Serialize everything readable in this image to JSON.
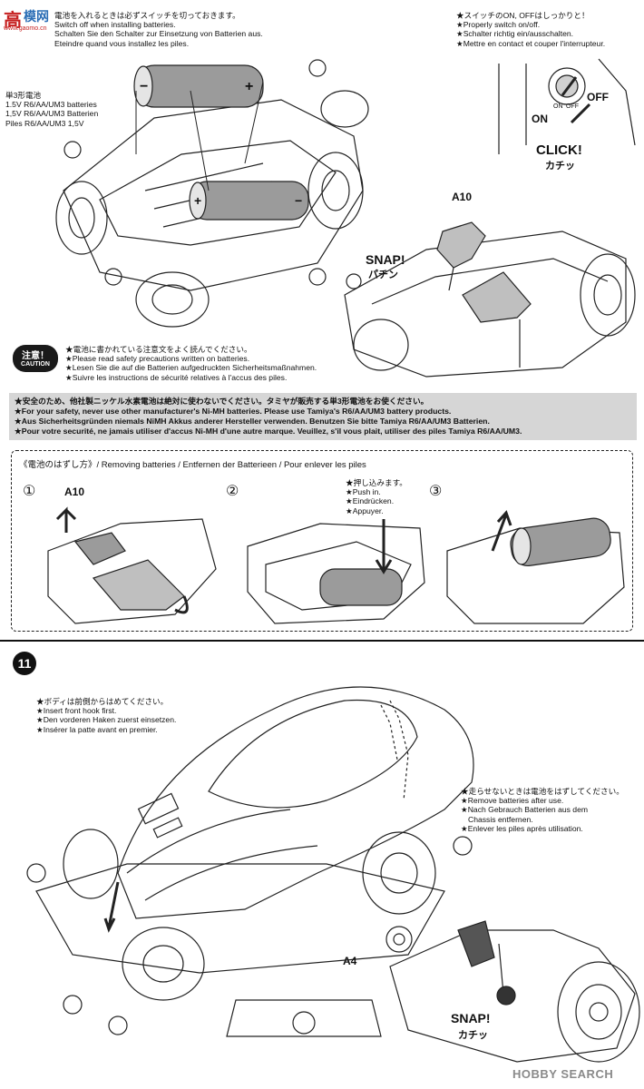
{
  "watermark_top": {
    "logo": "高",
    "site": "模网",
    "url": "www.gaomo.cn"
  },
  "switch_note": {
    "lines": [
      "電池を入れるときは必ずスイッチを切っておきます。",
      "Switch off when installing batteries.",
      "Schalten Sie den Schalter zur Einsetzung von Batterien aus.",
      "Eteindre quand vous installez les piles."
    ]
  },
  "battery_label": {
    "lines": [
      "単3形電池",
      "1.5V R6/AA/UM3 batteries",
      "1,5V R6/AA/UM3 Batterien",
      "Piles R6/AA/UM3 1,5V"
    ]
  },
  "onoff_note": {
    "lines": [
      "★スイッチのON, OFFはしっかりと！",
      "★Properly switch on/off.",
      "★Schalter richtig ein/ausschalten.",
      "★Mettre en contact et couper l'interrupteur."
    ]
  },
  "switch_labels": {
    "on": "ON",
    "off": "OFF",
    "click": "CLICK!",
    "click_jp": "カチッ",
    "on_small": "ON",
    "off_small": "OFF"
  },
  "part_a10": "A10",
  "snap1": {
    "en": "SNAP!",
    "jp": "パチン"
  },
  "caution": {
    "badge_jp": "注意！",
    "badge_en": "CAUTION",
    "lines": [
      "★電池に書かれている注意文をよく読んでください。",
      "★Please read safety precautions written on batteries.",
      "★Lesen Sie die auf die Batterien aufgedruckten Sicherheitsmaßnahmen.",
      "★Suivre les instructions de sécurité relatives à l'accus des piles."
    ]
  },
  "safety": {
    "lines": [
      "★安全のため、他社製ニッケル水素電池は絶対に使わないでください。タミヤが販売する単3形電池をお使ください。",
      "★For your safety, never use other manufacturer's Ni-MH batteries. Please use Tamiya's R6/AA/UM3 battery products.",
      "★Aus Sicherheitsgründen niemals NiMH Akkus anderer Hersteller verwenden. Benutzen Sie bitte Tamiya R6/AA/UM3 Batterien.",
      "★Pour votre securité, ne jamais utiliser d'accus Ni-MH d'une autre marque. Veuillez, s'il vous plait, utiliser des piles Tamiya R6/AA/UM3."
    ]
  },
  "removing": {
    "title": "《電池のはずし方》/ Removing batteries / Entfernen der Batterieen / Pour enlever les piles",
    "steps": [
      "①",
      "②",
      "③"
    ],
    "part": "A10",
    "push_note": [
      "★押し込みます。",
      "★Push in.",
      "★Eindrücken.",
      "★Appuyer."
    ]
  },
  "step11": {
    "number": "11",
    "body_note": [
      "★ボディは前側からはめてください。",
      "★Insert front hook first.",
      "★Den vorderen Haken zuerst einsetzen.",
      "★Insérer la patte avant en premier."
    ],
    "remove_note": [
      "★走らせないときは電池をはずしてください。",
      "★Remove batteries after use.",
      "★Nach Gebrauch Batterien aus dem",
      "Chassis entfernen.",
      "★Enlever les piles après utilisation."
    ],
    "part": "A4",
    "snap": {
      "en": "SNAP!",
      "jp": "カチッ"
    }
  },
  "watermark_bottom": "HOBBY SEARCH"
}
